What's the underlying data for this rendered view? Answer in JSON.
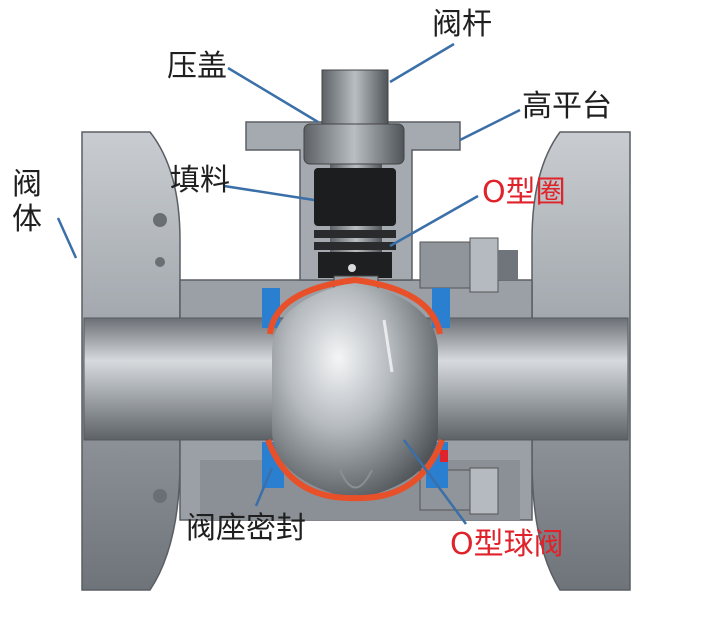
{
  "labels": {
    "gland": "压盖",
    "stem": "阀杆",
    "high_platform": "高平台",
    "body_line1": "阀",
    "body_line2": "体",
    "packing": "填料",
    "oring": "O型圈",
    "seat_seal": "阀座密封",
    "o_ball_valve": "O型球阀"
  },
  "colors": {
    "metal": "#8f959b",
    "metal_dark": "#5f6368",
    "seat_blue": "#2a7fd0",
    "o_ring": "#e8502a",
    "leader": "#3a6fa8",
    "highlight_red": "#e0222a"
  }
}
